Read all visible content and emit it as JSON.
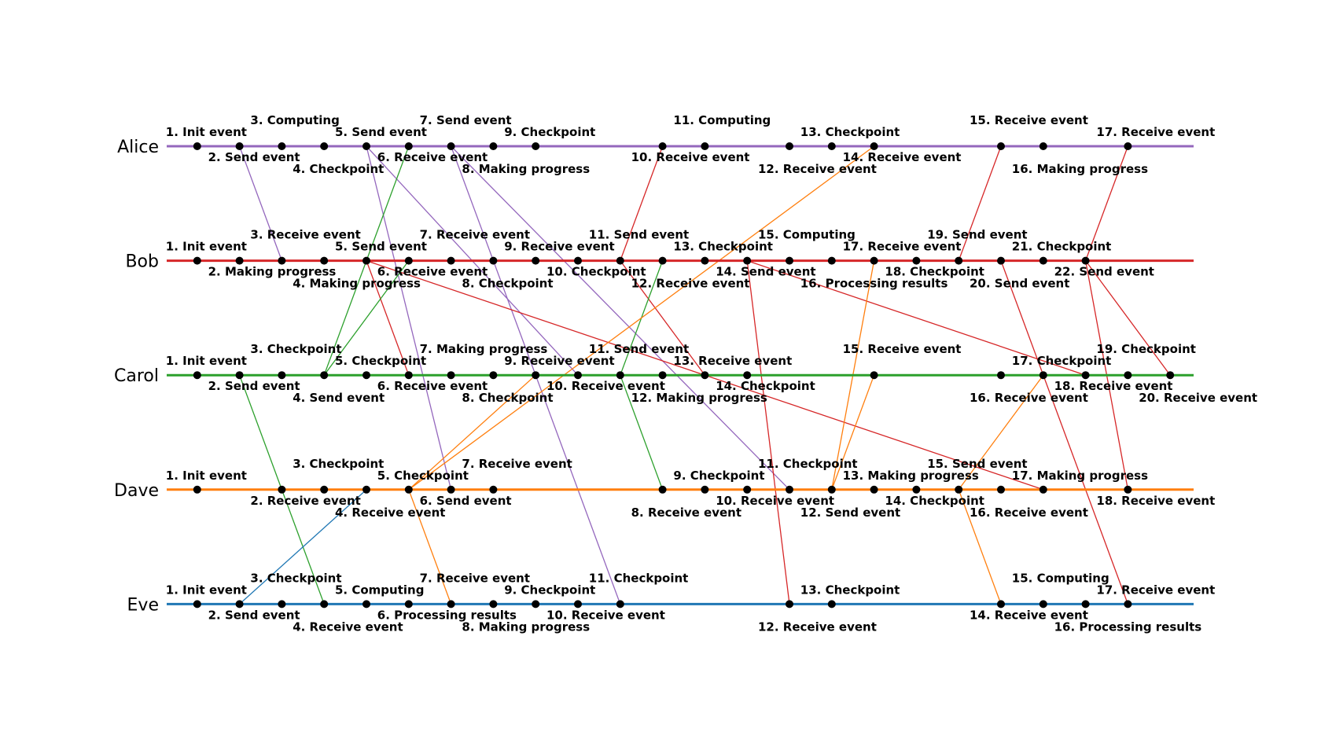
{
  "chart_data": {
    "type": "diagram",
    "process_names": [
      "Alice",
      "Bob",
      "Carol",
      "Dave",
      "Eve"
    ],
    "process_colors": [
      "#9467bd",
      "#d62728",
      "#2ca02c",
      "#ff7f0e",
      "#1f77b4"
    ],
    "event_slots": {
      "Alice": [
        1,
        2,
        3,
        4,
        5,
        6,
        7,
        8,
        9,
        12,
        13,
        15,
        16,
        17,
        20,
        21,
        23
      ],
      "Bob": [
        1,
        2,
        3,
        4,
        5,
        6,
        7,
        8,
        9,
        10,
        11,
        12,
        13,
        14,
        15,
        16,
        17,
        18,
        19,
        20,
        21,
        22
      ],
      "Carol": [
        1,
        2,
        3,
        4,
        5,
        6,
        7,
        8,
        9,
        10,
        11,
        12,
        13,
        14,
        17,
        20,
        21,
        22,
        23,
        24
      ],
      "Dave": [
        1,
        3,
        4,
        5,
        6,
        7,
        8,
        12,
        13,
        14,
        15,
        16,
        17,
        18,
        19,
        20,
        21,
        23
      ],
      "Eve": [
        1,
        2,
        3,
        4,
        5,
        6,
        7,
        8,
        9,
        10,
        11,
        15,
        16,
        20,
        21,
        22,
        23
      ]
    },
    "event_labels": {
      "Alice": [
        "1. Init event",
        "2. Send event",
        "3. Computing",
        "4. Checkpoint",
        "5. Send event",
        "6. Receive event",
        "7. Send event",
        "8. Making progress",
        "9. Checkpoint",
        "10. Receive event",
        "11. Computing",
        "12. Receive event",
        "13. Checkpoint",
        "14. Receive event",
        "15. Receive event",
        "16. Making progress",
        "17. Receive event"
      ],
      "Bob": [
        "1. Init event",
        "2. Making progress",
        "3. Receive event",
        "4. Making progress",
        "5. Send event",
        "6. Receive event",
        "7. Receive event",
        "8. Checkpoint",
        "9. Receive event",
        "10. Checkpoint",
        "11. Send event",
        "12. Receive event",
        "13. Checkpoint",
        "14. Send event",
        "15. Computing",
        "16. Processing results",
        "17. Receive event",
        "18. Checkpoint",
        "19. Send event",
        "20. Send event",
        "21. Checkpoint",
        "22. Send event"
      ],
      "Carol": [
        "1. Init event",
        "2. Send event",
        "3. Checkpoint",
        "4. Send event",
        "5. Checkpoint",
        "6. Receive event",
        "7. Making progress",
        "8. Checkpoint",
        "9. Receive event",
        "10. Receive event",
        "11. Send event",
        "12. Making progress",
        "13. Receive event",
        "14. Checkpoint",
        "15. Receive event",
        "16. Receive event",
        "17. Checkpoint",
        "18. Receive event",
        "19. Checkpoint",
        "20. Receive event"
      ],
      "Dave": [
        "1. Init event",
        "2. Receive event",
        "3. Checkpoint",
        "4. Receive event",
        "5. Checkpoint",
        "6. Send event",
        "7. Receive event",
        "8. Receive event",
        "9. Checkpoint",
        "10. Receive event",
        "11. Checkpoint",
        "12. Send event",
        "13. Making progress",
        "14. Checkpoint",
        "15. Send event",
        "16. Receive event",
        "17. Making progress",
        "18. Receive event"
      ],
      "Eve": [
        "1. Init event",
        "2. Send event",
        "3. Checkpoint",
        "4. Receive event",
        "5. Computing",
        "6. Processing results",
        "7. Receive event",
        "8. Making progress",
        "9. Checkpoint",
        "10. Receive event",
        "11. Checkpoint",
        "12. Receive event",
        "13. Checkpoint",
        "14. Receive event",
        "15. Computing",
        "16. Processing results",
        "17. Receive event"
      ]
    },
    "messages": [
      {
        "from": [
          "Alice",
          2
        ],
        "to": [
          "Bob",
          3
        ]
      },
      {
        "from": [
          "Alice",
          5
        ],
        "to": [
          "Carol",
          10
        ]
      },
      {
        "from": [
          "Alice",
          5
        ],
        "to": [
          "Dave",
          7
        ]
      },
      {
        "from": [
          "Alice",
          7
        ],
        "to": [
          "Dave",
          15
        ]
      },
      {
        "from": [
          "Alice",
          7
        ],
        "to": [
          "Eve",
          11
        ]
      },
      {
        "from": [
          "Bob",
          5
        ],
        "to": [
          "Carol",
          6
        ]
      },
      {
        "from": [
          "Bob",
          5
        ],
        "to": [
          "Dave",
          21
        ]
      },
      {
        "from": [
          "Bob",
          11
        ],
        "to": [
          "Alice",
          12
        ]
      },
      {
        "from": [
          "Bob",
          11
        ],
        "to": [
          "Carol",
          13
        ]
      },
      {
        "from": [
          "Bob",
          14
        ],
        "to": [
          "Eve",
          15
        ]
      },
      {
        "from": [
          "Bob",
          14
        ],
        "to": [
          "Carol",
          22
        ]
      },
      {
        "from": [
          "Bob",
          19
        ],
        "to": [
          "Alice",
          20
        ]
      },
      {
        "from": [
          "Bob",
          20
        ],
        "to": [
          "Eve",
          23
        ]
      },
      {
        "from": [
          "Bob",
          22
        ],
        "to": [
          "Alice",
          23
        ]
      },
      {
        "from": [
          "Bob",
          22
        ],
        "to": [
          "Dave",
          23
        ]
      },
      {
        "from": [
          "Bob",
          22
        ],
        "to": [
          "Carol",
          24
        ]
      },
      {
        "from": [
          "Carol",
          2
        ],
        "to": [
          "Eve",
          4
        ]
      },
      {
        "from": [
          "Carol",
          4
        ],
        "to": [
          "Alice",
          6
        ]
      },
      {
        "from": [
          "Carol",
          4
        ],
        "to": [
          "Bob",
          6
        ]
      },
      {
        "from": [
          "Carol",
          11
        ],
        "to": [
          "Dave",
          12
        ]
      },
      {
        "from": [
          "Carol",
          11
        ],
        "to": [
          "Bob",
          12
        ]
      },
      {
        "from": [
          "Dave",
          6
        ],
        "to": [
          "Alice",
          17
        ]
      },
      {
        "from": [
          "Dave",
          6
        ],
        "to": [
          "Carol",
          9
        ]
      },
      {
        "from": [
          "Dave",
          6
        ],
        "to": [
          "Eve",
          7
        ]
      },
      {
        "from": [
          "Dave",
          16
        ],
        "to": [
          "Bob",
          17
        ]
      },
      {
        "from": [
          "Dave",
          16
        ],
        "to": [
          "Carol",
          17
        ]
      },
      {
        "from": [
          "Dave",
          19
        ],
        "to": [
          "Carol",
          21
        ]
      },
      {
        "from": [
          "Dave",
          19
        ],
        "to": [
          "Eve",
          20
        ]
      },
      {
        "from": [
          "Eve",
          2
        ],
        "to": [
          "Dave",
          5
        ]
      }
    ]
  }
}
